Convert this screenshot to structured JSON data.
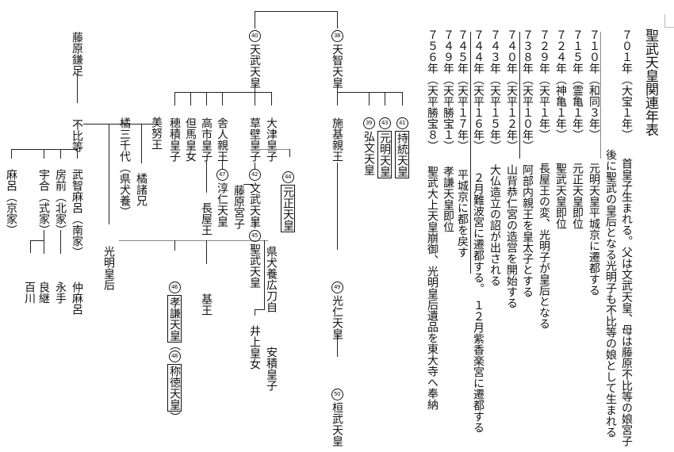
{
  "title": "聖武天皇関連年表",
  "timeline": [
    {
      "year": "７０１年（大宝１年）",
      "desc": "首皇子生まれる。父は文武天皇、母は藤原不比等の娘宮子"
    },
    {
      "year": "",
      "desc": "後に聖武の皇后となる光明子も不比等の娘として生まれる"
    },
    {
      "year": "７１０年（和同３年）",
      "desc": "元明天皇平城京に遷都する"
    },
    {
      "year": "７１５年（霊亀１年）",
      "desc": "元正天皇即位"
    },
    {
      "year": "７２４年（神亀１年）",
      "desc": "聖武天皇即位"
    },
    {
      "year": "７２９年（天平１年）",
      "desc": "長屋王の変、光明子が皇后となる"
    },
    {
      "year": "７３８年（天平１０年）",
      "desc": "阿部内親王を皇太子とする"
    },
    {
      "year": "７４０年（天平１２年）",
      "desc": "山背恭仁宮の造営を開始する"
    },
    {
      "year": "７４３年（天平１５年）",
      "desc": "大仏造立の詔が出される"
    },
    {
      "year": "７４４年（天平１６年）",
      "desc": "２月難波宮に遷都する。　１２月紫香楽宮に遷都する"
    },
    {
      "year": "７４５年（天平１７年）",
      "desc": "平城京に都を戻す"
    },
    {
      "year": "７４９年（天平勝宝１）",
      "desc": "孝謙天皇即位"
    },
    {
      "year": "７５６年（天平勝宝８）",
      "desc": "聖武大上天皇崩御、光明皇后遺品を東大寺へ奉納"
    }
  ],
  "tree": {
    "kamatari": "藤原鎌足",
    "fuhito": "不比等",
    "muchimaro": "武智麻呂（南家）",
    "fusasaki": "房前（北家）",
    "umakai": "宇合（式家）",
    "maro": "麻呂（京家）",
    "nakamaro": "仲麻呂",
    "nagate": "永手",
    "yoshitsugu": "良継",
    "momokawa": "百川",
    "michiyo": "橘三千代（県犬養）",
    "moroe": "橘諸兄",
    "minu": "美努王",
    "komyo": "光明皇后",
    "tenmu": {
      "num": "40",
      "name": "天武天皇"
    },
    "tenji": {
      "num": "38",
      "name": "天智天皇"
    },
    "otsu": "大津皇子",
    "kusakabe": "草壁皇子",
    "toneri": "舎人親王",
    "takechi": "高市皇子",
    "tajima": "但馬皇女",
    "hozumi": "穂積皇子",
    "monmu": {
      "num": "42",
      "name": "文武天皇"
    },
    "gensho": {
      "num": "44",
      "name": "元正天皇"
    },
    "miyako": "藤原宮子",
    "junnin": {
      "num": "47",
      "name": "淳仁天皇"
    },
    "nagaya": "長屋王",
    "shomu": {
      "num": "45",
      "name": "聖武天皇"
    },
    "hirotoji": "県犬養広刀自",
    "inoue": "井上皇女",
    "asaka": "安積皇子",
    "koken": {
      "num": "46",
      "name": "孝謙天皇"
    },
    "shotoku": {
      "num": "48",
      "name": "称徳天皇"
    },
    "paren_open": "（",
    "paren_close": "）",
    "motoi": "基王",
    "shiki": "施基親王",
    "kobun": {
      "num": "39",
      "name": "弘文天皇"
    },
    "genmei": {
      "num": "43",
      "name": "元明天皇"
    },
    "jito": {
      "num": "41",
      "name": "持統天皇"
    },
    "konin": {
      "num": "49",
      "name": "光仁天皇"
    },
    "kanmu": {
      "num": "50",
      "name": "桓武天皇"
    }
  }
}
